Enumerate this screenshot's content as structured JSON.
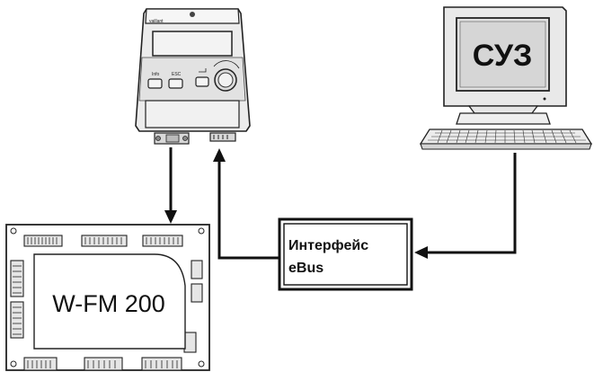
{
  "diagram": {
    "controller_module": {
      "brand": "vaillant",
      "buttons": {
        "info": "Info",
        "esc": "ESC"
      }
    },
    "computer": {
      "label": "СУЗ"
    },
    "interface_box": {
      "line1": "Интерфейс",
      "line2": "eBus"
    },
    "module_board": {
      "label": "W-FM 200"
    }
  }
}
